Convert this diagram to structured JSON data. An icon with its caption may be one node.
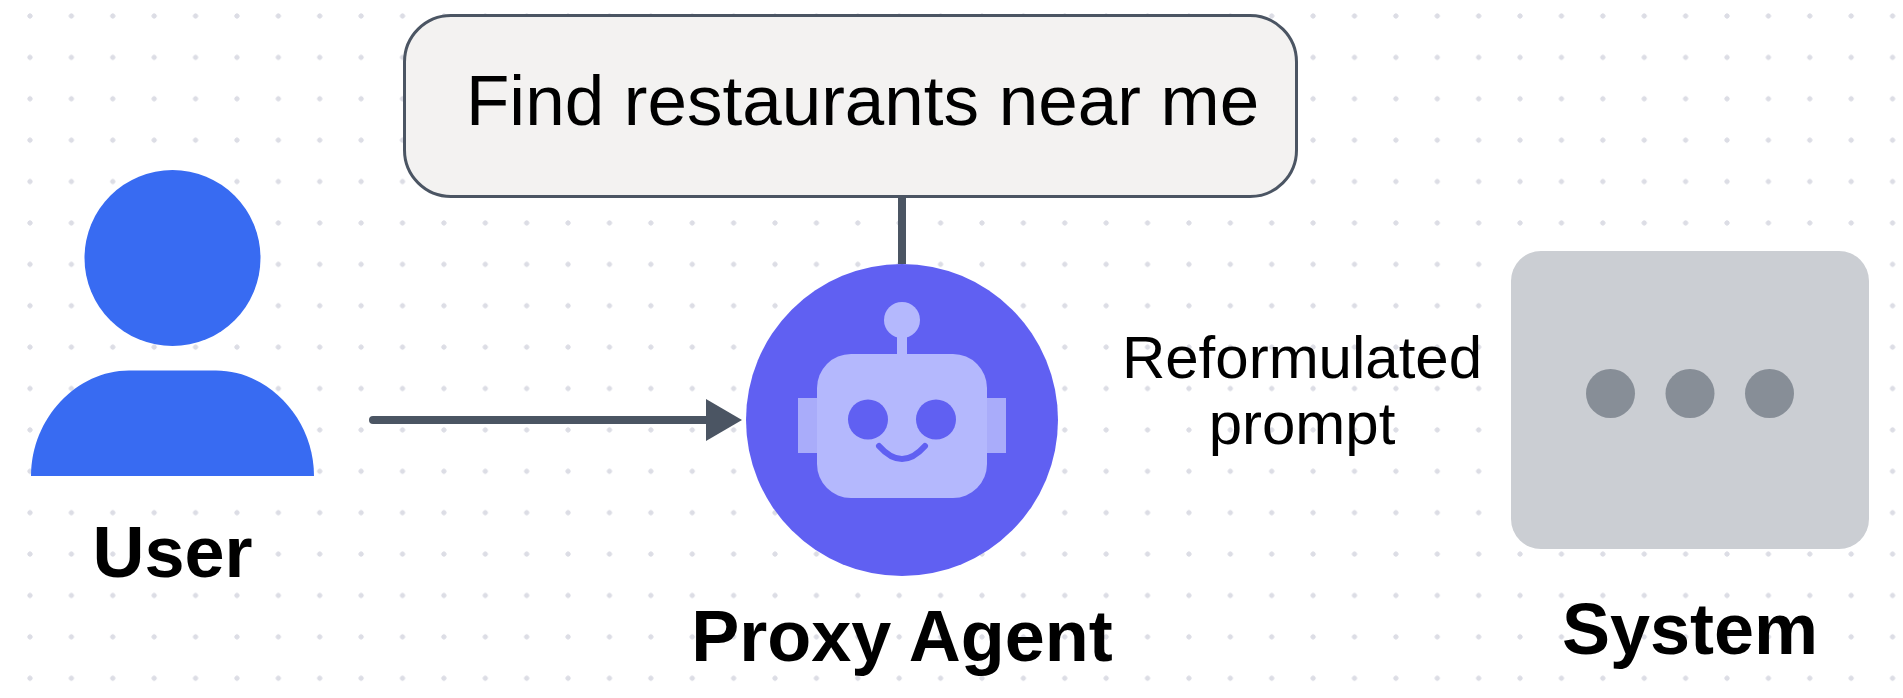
{
  "diagram": {
    "nodes": [
      {
        "text": [
          "User"
        ]
      },
      {
        "text": [
          "Find restaurants near me"
        ]
      },
      {
        "text": [
          "Proxy Agent"
        ]
      },
      {
        "text": [
          "System"
        ]
      }
    ],
    "edges": [
      {
        "from": 0,
        "to": 2,
        "arrow": "to"
      },
      {
        "from": 1,
        "to": 2,
        "arrow": "none"
      }
    ],
    "labels": [
      "Reformulated prompt"
    ]
  }
}
